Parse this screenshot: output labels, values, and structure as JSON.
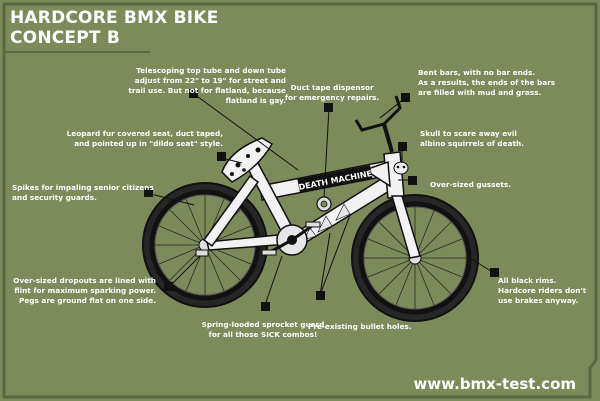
{
  "title_line1": "HARDCORE BMX BIKE",
  "title_line2": "CONCEPT B",
  "website": "www.bmx-test.com",
  "frame_label": "DEATH MACHINE",
  "notes": {
    "telescoping": "Telescoping top tube and down tube\nadjust from 22\" to 19\" for street and\ntrail use. But not for flatland, because\nflatland is gay.",
    "duct_tape": "Duct tape dispensor\nfor emergency repairs.",
    "bent_bars": "Bent bars, with no bar ends.\nAs a results, the ends of the bars\nare filled with mud and grass.",
    "seat": "Leopard fur covered seat, duct taped,\nand pointed up in \"dildo seat\" style.",
    "skull": "Skull to scare away evil\nalbino squirrels of death.",
    "spikes": "Spikes for impaling senior citizens\nand security guards.",
    "gussets": "Over-sized gussets.",
    "dropouts": "Over-sized dropouts are lined with\nflint for maximum sparking power.\nPegs are ground flat on one side.",
    "rims": "All black rims.\nHardcore riders don't\nuse brakes anyway.",
    "sprocket": "Spring-looded sprocket guard\nfor all those SICK combos!",
    "bullet": "Pre-existing bullet holes."
  },
  "colors": {
    "background": "#7d8a5a",
    "border": "#5c6842",
    "text": "#ffffff",
    "marker": "#111111"
  }
}
